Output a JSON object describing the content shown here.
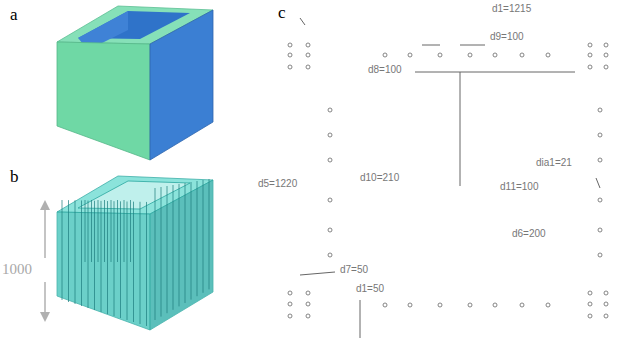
{
  "diagram": {
    "labels": [
      "a",
      "b",
      "c",
      "1000",
      "d1=1215",
      "d9=100",
      "d8=100",
      "d5=1220",
      "d10=210",
      "dia1=21",
      "d11=100",
      "d6=200",
      "d7=50",
      "d1=50"
    ]
  }
}
